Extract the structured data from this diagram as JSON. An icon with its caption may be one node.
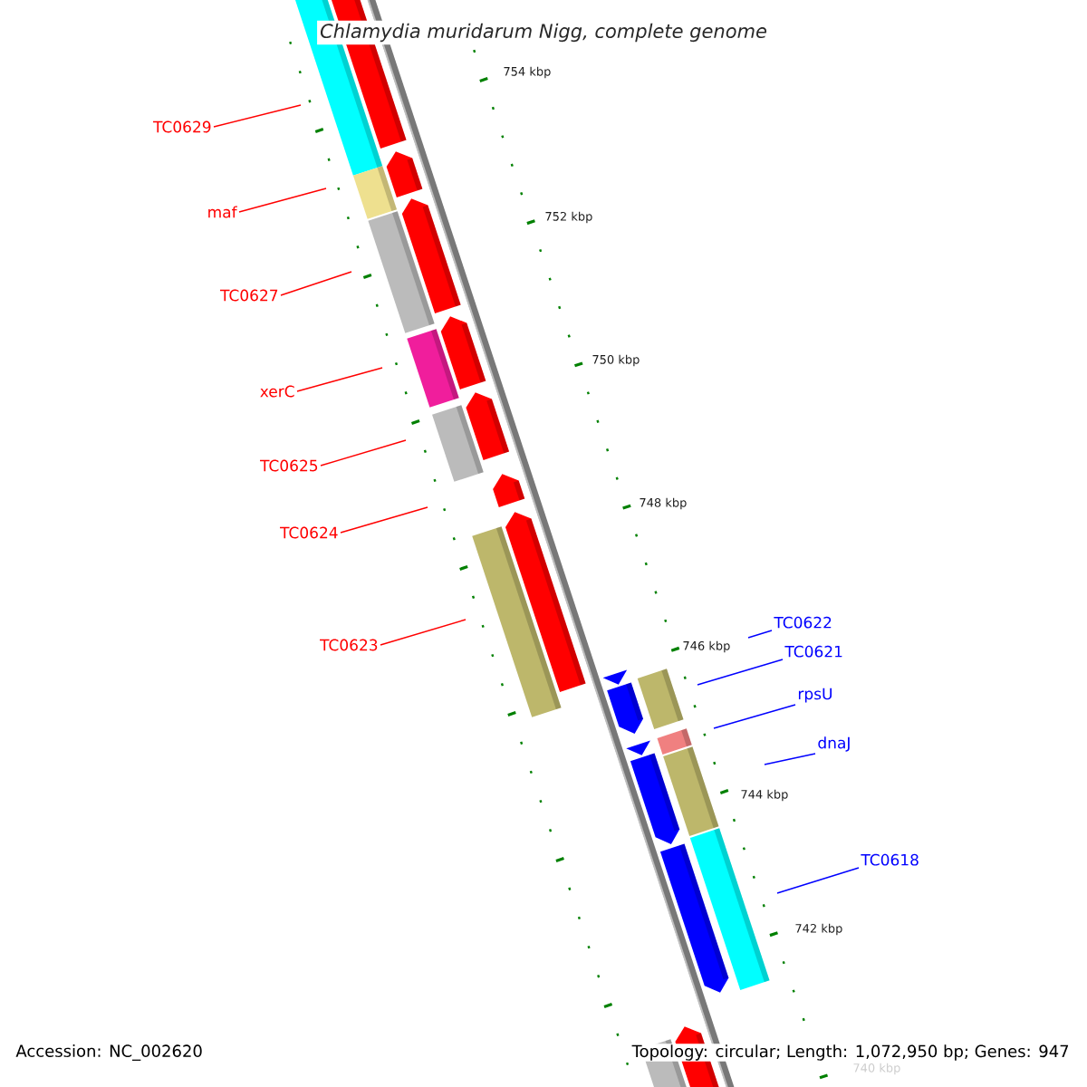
{
  "diagram": {
    "title": "Chlamydia muridarum Nigg, complete genome",
    "nodes": [
      {
        "text": [
          "TC0629"
        ]
      },
      {
        "text": [
          "maf"
        ]
      },
      {
        "text": [
          "TC0627"
        ]
      },
      {
        "text": [
          "xerC"
        ]
      },
      {
        "text": [
          "TC0625"
        ]
      },
      {
        "text": [
          "TC0624"
        ]
      },
      {
        "text": [
          "TC0623"
        ]
      },
      {
        "text": [
          "TC0622"
        ]
      },
      {
        "text": [
          "TC0621"
        ]
      },
      {
        "text": [
          "rpsU"
        ]
      },
      {
        "text": [
          "dnaJ"
        ]
      },
      {
        "text": [
          "TC0618"
        ]
      }
    ],
    "edges": [
      {
        "from": 0,
        "to": null,
        "arrow": "none"
      },
      {
        "from": 1,
        "to": null,
        "arrow": "none"
      },
      {
        "from": 2,
        "to": null,
        "arrow": "none"
      },
      {
        "from": 3,
        "to": null,
        "arrow": "none"
      },
      {
        "from": 4,
        "to": null,
        "arrow": "none"
      },
      {
        "from": 5,
        "to": null,
        "arrow": "none"
      },
      {
        "from": 6,
        "to": null,
        "arrow": "none"
      },
      {
        "from": 7,
        "to": null,
        "arrow": "none",
        "color": "#0000ff"
      },
      {
        "from": 8,
        "to": null,
        "arrow": "none",
        "color": "#0000ff"
      },
      {
        "from": 9,
        "to": null,
        "arrow": "none",
        "color": "#0000ff"
      },
      {
        "from": 10,
        "to": null,
        "arrow": "none",
        "color": "#0000ff"
      },
      {
        "from": 11,
        "to": null,
        "arrow": "none",
        "color": "#0000ff"
      }
    ],
    "labels": [
      "754 kbp",
      "752 kbp",
      "750 kbp",
      "748 kbp",
      "746 kbp",
      "744 kbp",
      "742 kbp",
      "740 kbp",
      "Accession: NC_002620",
      "Topology: circular; Length: 1,072,950 bp; Genes: 947"
    ]
  }
}
